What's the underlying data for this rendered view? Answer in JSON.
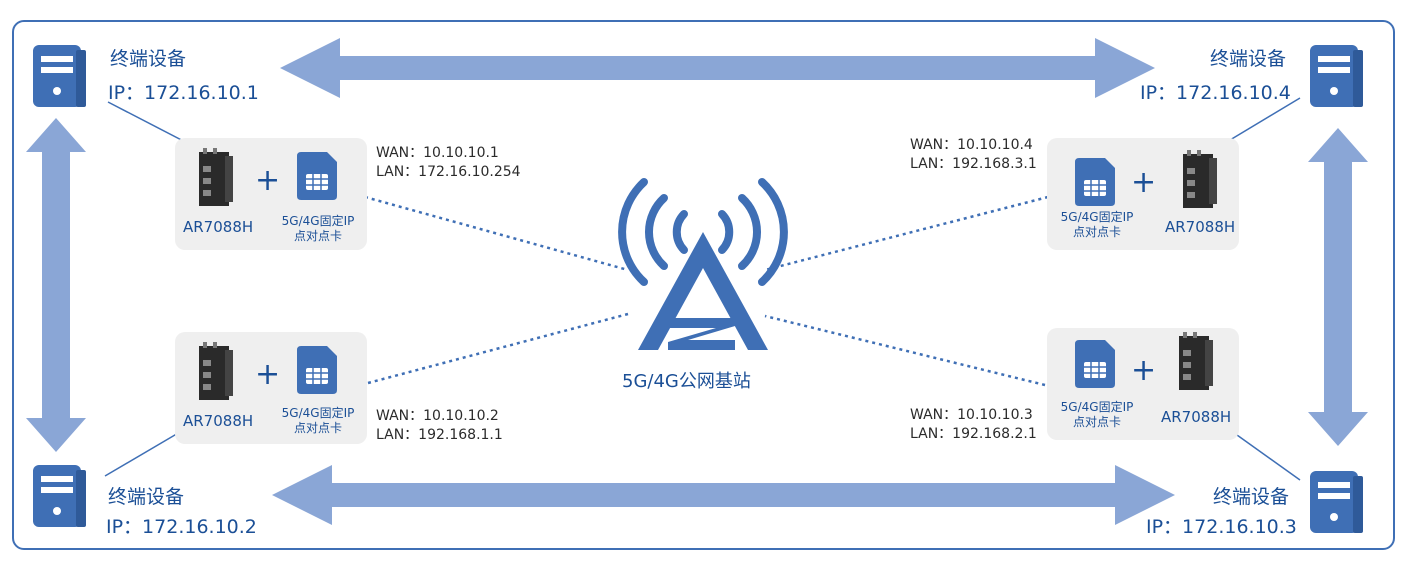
{
  "devices": {
    "tl": {
      "title": "终端设备",
      "ip": "IP：172.16.10.1"
    },
    "tr": {
      "title": "终端设备",
      "ip": "IP：172.16.10.4"
    },
    "bl": {
      "title": "终端设备",
      "ip": "IP：172.16.10.2"
    },
    "br": {
      "title": "终端设备",
      "ip": "IP：172.16.10.3"
    }
  },
  "router_label": "AR7088H",
  "plus": "+",
  "sim_label_line1": "5G/4G固定IP",
  "sim_label_line2": "点对点卡",
  "network": {
    "tl": {
      "wan": "WAN：10.10.10.1",
      "lan": "LAN：172.16.10.254"
    },
    "tr": {
      "wan": "WAN：10.10.10.4",
      "lan": "LAN：192.168.3.1"
    },
    "bl": {
      "wan": "WAN：10.10.10.2",
      "lan": "LAN：192.168.1.1"
    },
    "br": {
      "wan": "WAN：10.10.10.3",
      "lan": "LAN：192.168.2.1"
    }
  },
  "tower": {
    "label": "5G/4G公网基站"
  },
  "colors": {
    "frame": "#3f6fb5",
    "arrow": "#8aa6d6",
    "accent": "#3f6fb5",
    "text": "#1b4f96",
    "card": "#efefef"
  }
}
